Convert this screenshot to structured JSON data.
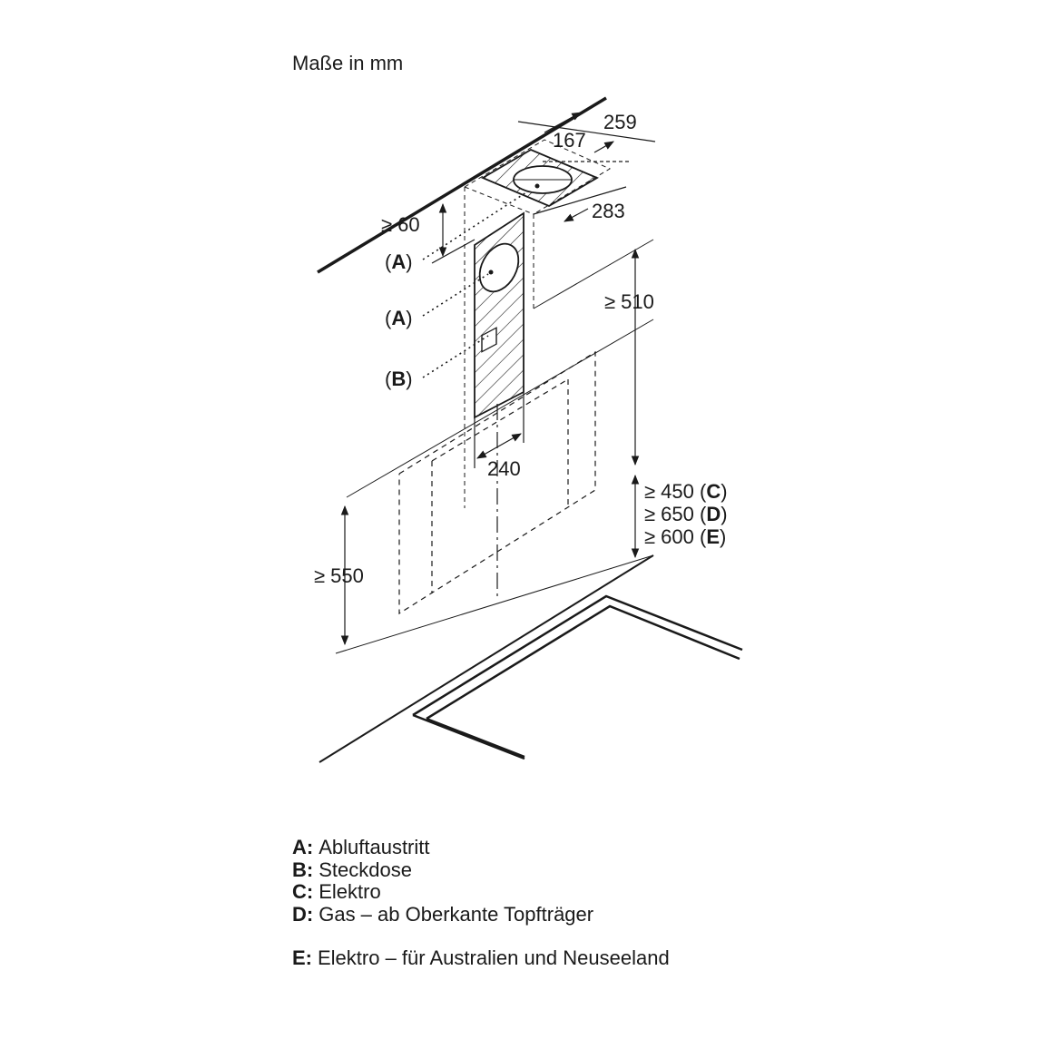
{
  "title": "Maße in mm",
  "dimensions": {
    "w259": "259",
    "w167": "167",
    "w283": "283",
    "min60": "≥ 60",
    "min510": "≥ 510",
    "w240": "240",
    "min450": "≥ 450",
    "min650": "≥ 650",
    "min600": "≥ 600",
    "min550": "≥ 550"
  },
  "callouts": {
    "a_top": "A",
    "a_mid": "A",
    "b": "B",
    "c": "C",
    "d": "D",
    "e": "E"
  },
  "legend": [
    {
      "key": "A:",
      "text": "Abluftaustritt"
    },
    {
      "key": "B:",
      "text": "Steckdose"
    },
    {
      "key": "C:",
      "text": "Elektro"
    },
    {
      "key": "D:",
      "text": "Gas – ab Oberkante Topfträger"
    },
    {
      "key": "E:",
      "text": "Elektro – für Australien und Neuseeland"
    }
  ]
}
